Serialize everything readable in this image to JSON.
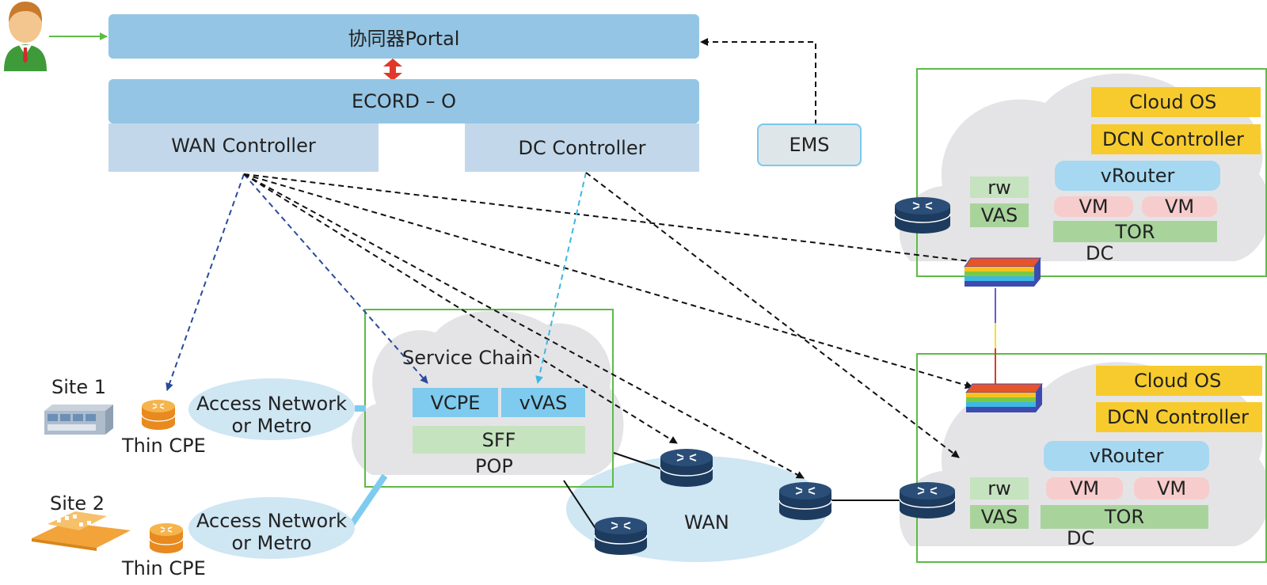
{
  "orchestrator": {
    "portal_label": "协同器Portal",
    "ecord_label": "ECORD – O",
    "wan_controller_label": "WAN Controller",
    "dc_controller_label": "DC Controller"
  },
  "ems": {
    "label": "EMS"
  },
  "dc_top": {
    "cloud_os": "Cloud OS",
    "dcn_controller": "DCN Controller",
    "vrouter": "vRouter",
    "vm_left": "VM",
    "vm_right": "VM",
    "tor": "TOR",
    "rw": "rw",
    "vas": "VAS",
    "dc_label": "DC"
  },
  "dc_bottom": {
    "cloud_os": "Cloud OS",
    "dcn_controller": "DCN Controller",
    "vrouter": "vRouter",
    "vm_left": "VM",
    "vm_right": "VM",
    "tor": "TOR",
    "rw": "rw",
    "vas": "VAS",
    "dc_label": "DC"
  },
  "pop": {
    "service_chain": "Service Chain",
    "vcpe": "VCPE",
    "vvas": "vVAS",
    "sff": "SFF",
    "pop_label": "POP"
  },
  "sites": [
    {
      "site_label": "Site 1",
      "cpe_label": "Thin CPE",
      "access_line1": "Access Network",
      "access_line2": "or Metro"
    },
    {
      "site_label": "Site 2",
      "cpe_label": "Thin CPE",
      "access_line1": "Access Network",
      "access_line2": "or Metro"
    }
  ],
  "wan": {
    "label": "WAN"
  },
  "colors": {
    "portal_blue": "#94c5e4",
    "controller_blue": "#c2d8ea",
    "cloud_os_yellow": "#f7cb2e",
    "tor_green": "#a8d49c",
    "vm_pink": "#f7cccc",
    "router_navy": "#1d3b5e",
    "cpe_orange": "#f0a23c",
    "border_green": "#5dbb46",
    "dash_blue": "#2a4b9b",
    "dash_cyan": "#3db7e4"
  }
}
